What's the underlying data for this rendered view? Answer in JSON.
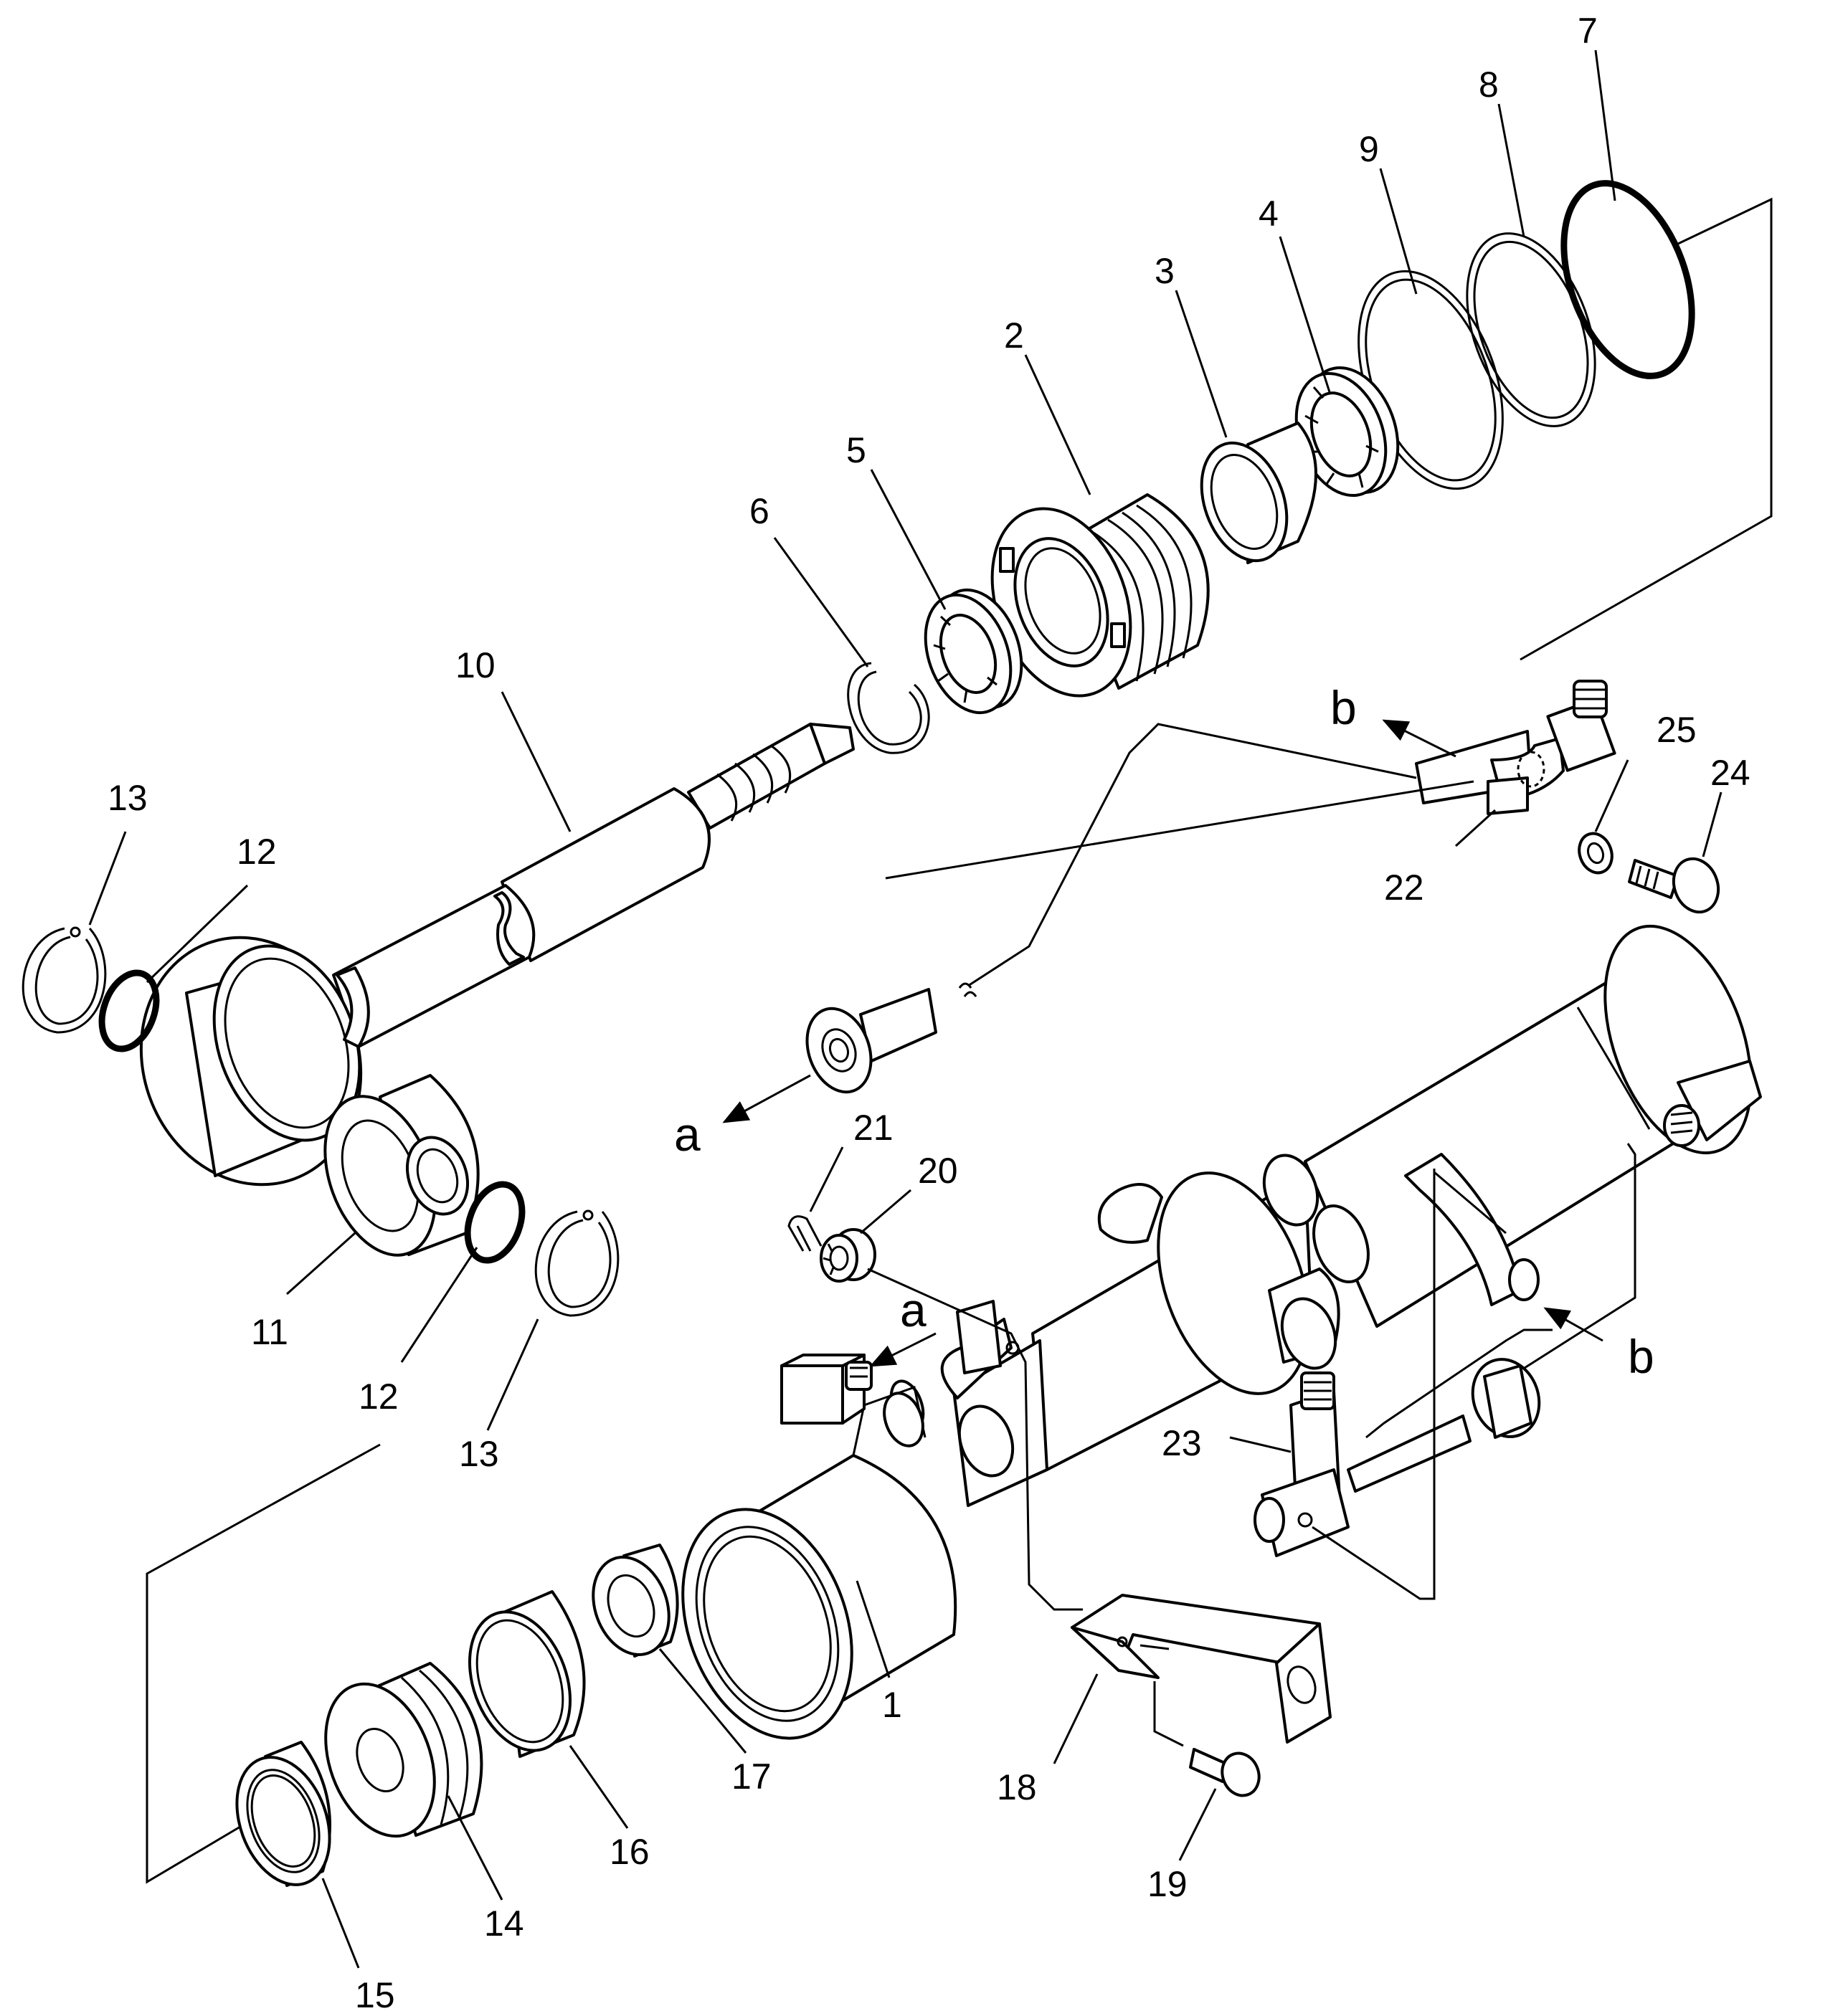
{
  "callouts": [
    {
      "id": "1",
      "label": "1"
    },
    {
      "id": "2",
      "label": "2"
    },
    {
      "id": "3",
      "label": "3"
    },
    {
      "id": "4",
      "label": "4"
    },
    {
      "id": "5",
      "label": "5"
    },
    {
      "id": "6",
      "label": "6"
    },
    {
      "id": "7",
      "label": "7"
    },
    {
      "id": "8",
      "label": "8"
    },
    {
      "id": "9",
      "label": "9"
    },
    {
      "id": "10",
      "label": "10"
    },
    {
      "id": "11",
      "label": "11"
    },
    {
      "id": "12a",
      "label": "12"
    },
    {
      "id": "12b",
      "label": "12"
    },
    {
      "id": "13a",
      "label": "13"
    },
    {
      "id": "13b",
      "label": "13"
    },
    {
      "id": "14",
      "label": "14"
    },
    {
      "id": "15",
      "label": "15"
    },
    {
      "id": "16",
      "label": "16"
    },
    {
      "id": "17",
      "label": "17"
    },
    {
      "id": "18",
      "label": "18"
    },
    {
      "id": "19",
      "label": "19"
    },
    {
      "id": "20",
      "label": "20"
    },
    {
      "id": "21",
      "label": "21"
    },
    {
      "id": "22",
      "label": "22"
    },
    {
      "id": "23",
      "label": "23"
    },
    {
      "id": "24",
      "label": "24"
    },
    {
      "id": "25",
      "label": "25"
    }
  ],
  "flow_markers": {
    "a_label": "a",
    "b_label": "b"
  }
}
